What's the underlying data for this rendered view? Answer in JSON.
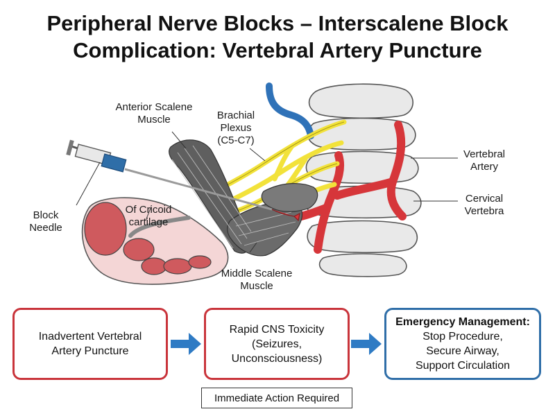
{
  "title": {
    "line1": "Peripheral Nerve Blocks – Interscalene Block",
    "line2": "Complication: Vertebral Artery Puncture"
  },
  "labels": {
    "anterior_scalene": {
      "line1": "Anterior Scalene",
      "line2": "Muscle"
    },
    "brachial_plexus": {
      "line1": "Brachial",
      "line2": "Plexus",
      "line3": "(C5-C7)"
    },
    "vertebral_artery": {
      "line1": "Vertebral",
      "line2": "Artery"
    },
    "cervical_vertebra": {
      "line1": "Cervical",
      "line2": "Vertebra"
    },
    "block_needle": {
      "line1": "Block",
      "line2": "Needle"
    },
    "cricoid": {
      "line1": "Of Cricoid",
      "line2": "cartilage"
    },
    "middle_scalene": {
      "line1": "Middle Scalene",
      "line2": "Muscle"
    }
  },
  "flow": {
    "step1": {
      "line1": "Inadvertent Vertebral",
      "line2": "Artery Puncture"
    },
    "step2": {
      "line1": "Rapid CNS Toxicity",
      "line2": "(Seizures,",
      "line3": "Unconsciousness)"
    },
    "step3": {
      "heading": "Emergency Management:",
      "line1": "Stop Procedure,",
      "line2": "Secure Airway,",
      "line3": "Support Circulation"
    },
    "note": "Immediate Action Required"
  },
  "colors": {
    "artery_red": "#d6363a",
    "vein_blue": "#2f72b8",
    "nerve_yellow": "#f2e23a",
    "muscle_gray": "#5f5f5f",
    "flow_red": "#c9343b",
    "flow_blue": "#2f6ea8",
    "arrow_blue": "#2f7bc4"
  }
}
